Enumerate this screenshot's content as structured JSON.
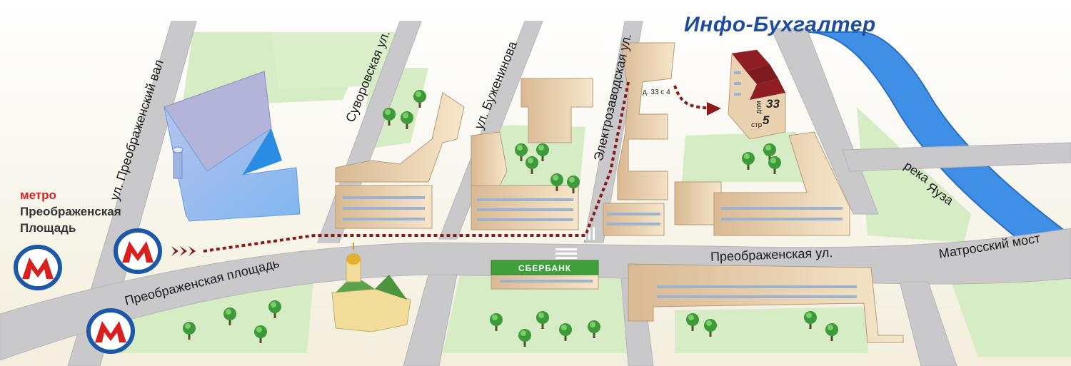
{
  "title": "Инфо-Бухгалтер",
  "metro": {
    "word": "метро",
    "station_line1": "Преображенская",
    "station_line2": "Площадь",
    "logo_letter": "M"
  },
  "streets": {
    "preobrazhensky_val": "ул. Преображенский вал",
    "suvorovskaya": "Суворовская ул.",
    "buzheninova": "ул. Буженинова",
    "elektrozavodskaya": "Электрозаводская ул.",
    "preobrazhenskaya_ploshchad": "Преображенская площадь",
    "preobrazhenskaya_ul": "Преображенская ул.",
    "matrossky_most": "Матросский мост",
    "reka": "река",
    "yauza": "Яуза"
  },
  "buildings": {
    "sberbank": "СБЕРБАНК",
    "house_33_4": "д. 33 с 4",
    "dom_word": "дом",
    "dom_number": "33",
    "str_word": "стр",
    "str_number": "5"
  },
  "colors": {
    "road": "#c9c9cc",
    "park": "#d6ecc4",
    "building": "#ecd4b2",
    "river": "#3f8fe6",
    "route": "#8b1a1a",
    "brand": "#1f4d9b",
    "metro_red": "#d8201e",
    "metro_blue": "#1d58a8",
    "target": "#8e1d24"
  },
  "icons": [
    "metro-logo-icon",
    "route-arrow-icon",
    "tree-icon",
    "church-icon",
    "crosswalk-icon"
  ]
}
